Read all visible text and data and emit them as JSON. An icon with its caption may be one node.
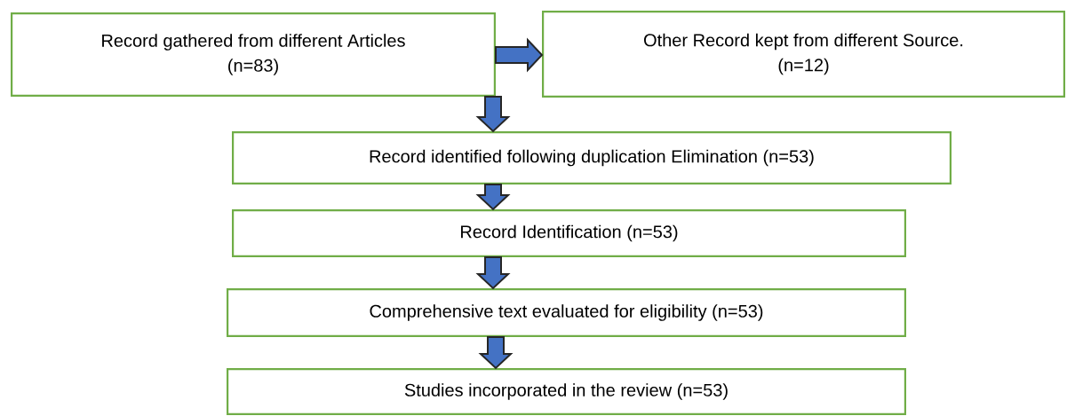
{
  "diagram": {
    "nodes": [
      {
        "text": [
          "Record gathered from different Articles",
          "(n=83)"
        ]
      },
      {
        "text": [
          "Other Record kept from different Source.",
          "(n=12)"
        ]
      },
      {
        "text": [
          "Record identified following duplication Elimination (n=53)"
        ]
      },
      {
        "text": [
          "Record Identification (n=53)"
        ]
      },
      {
        "text": [
          "Comprehensive text evaluated for eligibility (n=53)"
        ]
      },
      {
        "text": [
          "Studies incorporated in the review (n=53)"
        ]
      }
    ],
    "edges": [
      {
        "from": 0,
        "to": 1,
        "arrow": "to"
      },
      {
        "from": 0,
        "to": 2,
        "arrow": "to"
      },
      {
        "from": 2,
        "to": 3,
        "arrow": "to"
      },
      {
        "from": 3,
        "to": 4,
        "arrow": "to"
      },
      {
        "from": 4,
        "to": 5,
        "arrow": "to"
      }
    ]
  }
}
